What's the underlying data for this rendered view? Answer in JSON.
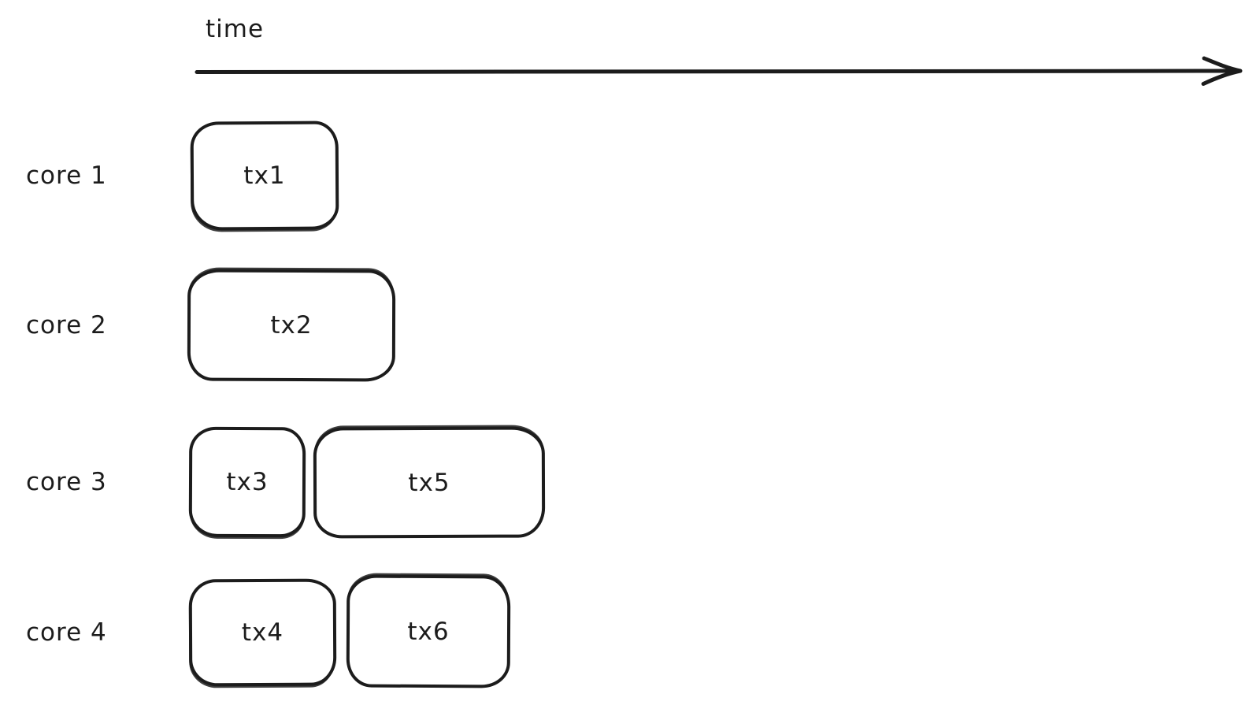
{
  "diagram": {
    "axis": {
      "label": "time"
    },
    "rows": [
      {
        "label": "core 1",
        "blocks": [
          {
            "label": "tx1"
          }
        ]
      },
      {
        "label": "core 2",
        "blocks": [
          {
            "label": "tx2"
          }
        ]
      },
      {
        "label": "core 3",
        "blocks": [
          {
            "label": "tx3"
          },
          {
            "label": "tx5"
          }
        ]
      },
      {
        "label": "core 4",
        "blocks": [
          {
            "label": "tx4"
          },
          {
            "label": "tx6"
          }
        ]
      }
    ],
    "colors": {
      "stroke": "#1c1c1c",
      "background": "#ffffff"
    }
  }
}
